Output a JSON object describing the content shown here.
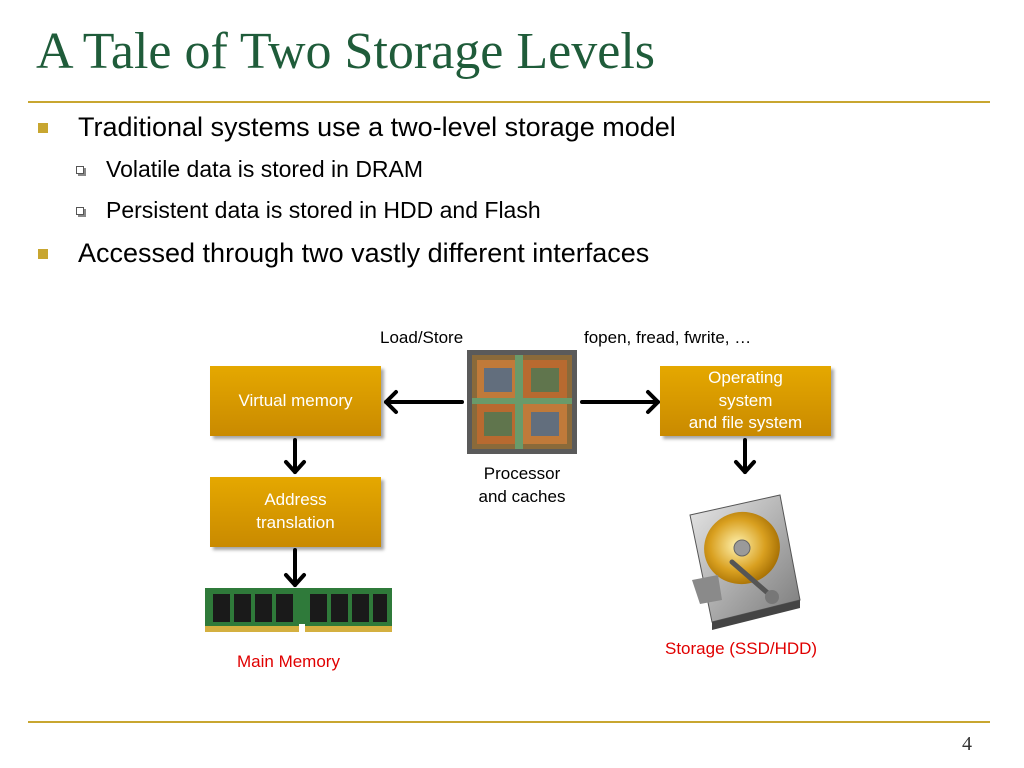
{
  "slide": {
    "title": "A Tale of Two Storage Levels",
    "page_number": "4"
  },
  "bullets": [
    {
      "level": 1,
      "text": "Traditional systems use a two-level storage model"
    },
    {
      "level": 2,
      "text": "Volatile data is stored in DRAM"
    },
    {
      "level": 2,
      "text": "Persistent data is stored in HDD and Flash"
    },
    {
      "level": 1,
      "text": "Accessed through two vastly different interfaces"
    }
  ],
  "diagram": {
    "load_store_label": "Load/Store",
    "file_api_label": "fopen, fread, fwrite, …",
    "virtual_memory": "Virtual memory",
    "address_translation_line1": "Address",
    "address_translation_line2": "translation",
    "os_line1": "Operating",
    "os_line2": "system",
    "os_line3": "and file system",
    "processor_line1": "Processor",
    "processor_line2": "and caches",
    "main_memory_label": "Main Memory",
    "storage_label": "Storage (SSD/HDD)",
    "icons": [
      "processor-chip-icon",
      "dram-module-icon",
      "hard-drive-icon"
    ]
  },
  "colors": {
    "title": "#1f5c3a",
    "accent_gold": "#c8a630",
    "box_fill": "#d99a00",
    "label_red": "#e00000"
  }
}
